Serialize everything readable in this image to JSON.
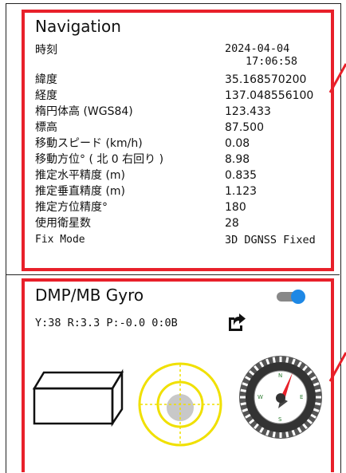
{
  "navigation": {
    "title": "Navigation",
    "rows": [
      {
        "label": "時刻",
        "value_line1": "2024-04-04",
        "value_line2": "17:06:58"
      },
      {
        "label": "緯度",
        "value": "35.168570200"
      },
      {
        "label": "経度",
        "value": "137.048556100"
      },
      {
        "label": "楕円体高 (WGS84)",
        "value": "123.433"
      },
      {
        "label": "標高",
        "value": "87.500"
      },
      {
        "label": "移動スピード (km/h)",
        "value": "0.08"
      },
      {
        "label": "移動方位° ( 北 0 右回り )",
        "value": "8.98"
      },
      {
        "label": "推定水平精度 (m)",
        "value": "0.835"
      },
      {
        "label": "推定垂直精度 (m)",
        "value": "1.123"
      },
      {
        "label": "推定方位精度°",
        "value": "180"
      },
      {
        "label": "使用衛星数",
        "value": "28"
      },
      {
        "label": "Fix Mode",
        "value": "3D DGNSS Fixed"
      }
    ]
  },
  "gyro": {
    "title": "DMP/MB Gyro",
    "status": "Y:38 R:3.3 P:-0.0 0:0B",
    "toggle_on": true,
    "share_icon": "share-export-icon",
    "compass": {
      "n": "N",
      "e": "E",
      "s": "S",
      "w": "W"
    }
  },
  "colors": {
    "card_border": "#e8202a",
    "toggle_track": "#888888",
    "toggle_knob": "#1e88e5",
    "level_ring": "#f0e000",
    "compass_ring": "#444444",
    "compass_needle": "#e8202a"
  }
}
